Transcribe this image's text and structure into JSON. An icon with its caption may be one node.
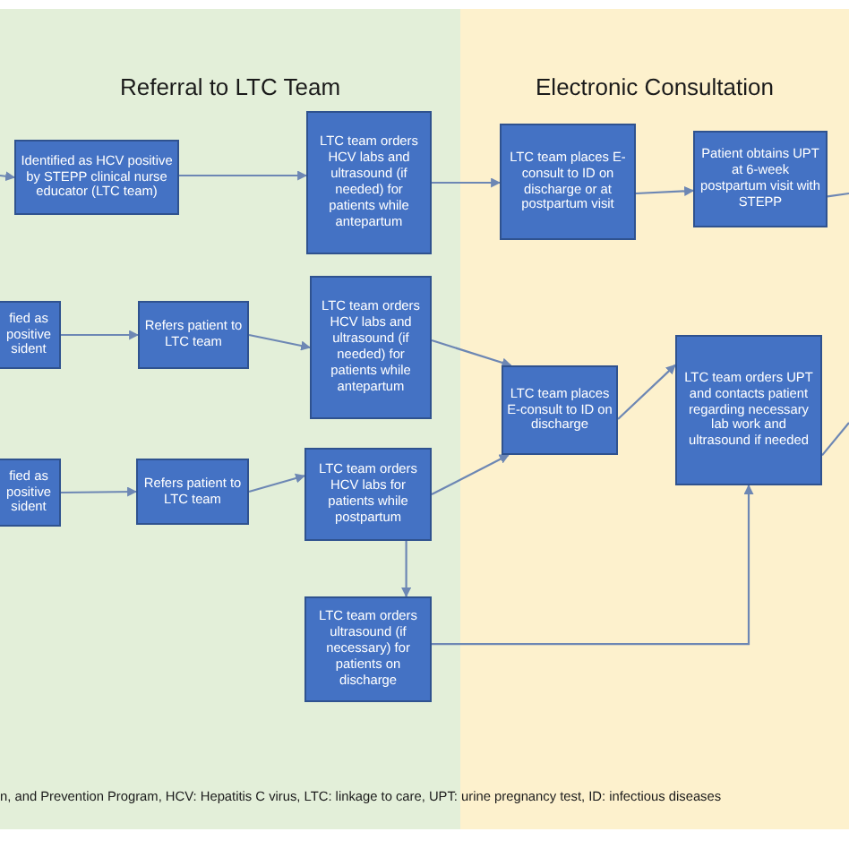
{
  "diagram": {
    "caption": "n, and Prevention Program, HCV: Hepatitis C virus, LTC: linkage to care, UPT: urine pregnancy test, ID: infectious diseases",
    "nodes": [
      {
        "text": [
          "Referral to LTC Team"
        ]
      },
      {
        "text": [
          "Electronic Consultation"
        ]
      },
      {
        "text": [
          "Identified as HCV positive by STEPP clinical nurse educator (LTC team)"
        ],
        "in": 0
      },
      {
        "text": [
          "LTC team orders HCV labs and ultrasound (if needed) for patients while antepartum"
        ],
        "in": 0
      },
      {
        "text": [
          "LTC team places E-consult to ID on discharge or at postpartum visit"
        ],
        "in": 1
      },
      {
        "text": [
          "Patient obtains UPT at 6-week postpartum visit with STEPP"
        ],
        "in": 1
      },
      {
        "text": [
          "fied as positive sident"
        ],
        "in": 0
      },
      {
        "text": [
          "Refers patient to LTC team"
        ],
        "in": 0
      },
      {
        "text": [
          "LTC team orders HCV labs and ultrasound (if needed) for patients while antepartum"
        ],
        "in": 0
      },
      {
        "text": [
          "LTC team places E-consult to ID on discharge"
        ],
        "in": 1
      },
      {
        "text": [
          "LTC team orders UPT and contacts patient regarding necessary lab work and ultrasound if needed"
        ],
        "in": 1
      },
      {
        "text": [
          "fied as positive sident"
        ],
        "in": 0
      },
      {
        "text": [
          "Refers patient to LTC team"
        ],
        "in": 0
      },
      {
        "text": [
          "LTC team orders HCV labs for patients while postpartum"
        ],
        "in": 0
      },
      {
        "text": [
          "LTC team orders ultrasound (if necessary) for patients on discharge"
        ],
        "in": 0
      }
    ],
    "edges": [
      {
        "from": null,
        "to": 2,
        "arrow": "to"
      },
      {
        "from": 2,
        "to": 3,
        "arrow": "to"
      },
      {
        "from": 3,
        "to": 4,
        "arrow": "to"
      },
      {
        "from": 4,
        "to": 5,
        "arrow": "to"
      },
      {
        "from": 5,
        "to": null,
        "arrow": "none"
      },
      {
        "from": 6,
        "to": 7,
        "arrow": "to"
      },
      {
        "from": 7,
        "to": 8,
        "arrow": "to"
      },
      {
        "from": 8,
        "to": 9,
        "arrow": "to"
      },
      {
        "from": 9,
        "to": 10,
        "arrow": "to"
      },
      {
        "from": 10,
        "to": null,
        "arrow": "none"
      },
      {
        "from": 11,
        "to": 12,
        "arrow": "to"
      },
      {
        "from": 12,
        "to": 13,
        "arrow": "to"
      },
      {
        "from": 13,
        "to": 9,
        "arrow": "to"
      },
      {
        "from": 13,
        "to": 14,
        "arrow": "to"
      },
      {
        "from": 14,
        "to": 10,
        "arrow": "to"
      }
    ]
  }
}
